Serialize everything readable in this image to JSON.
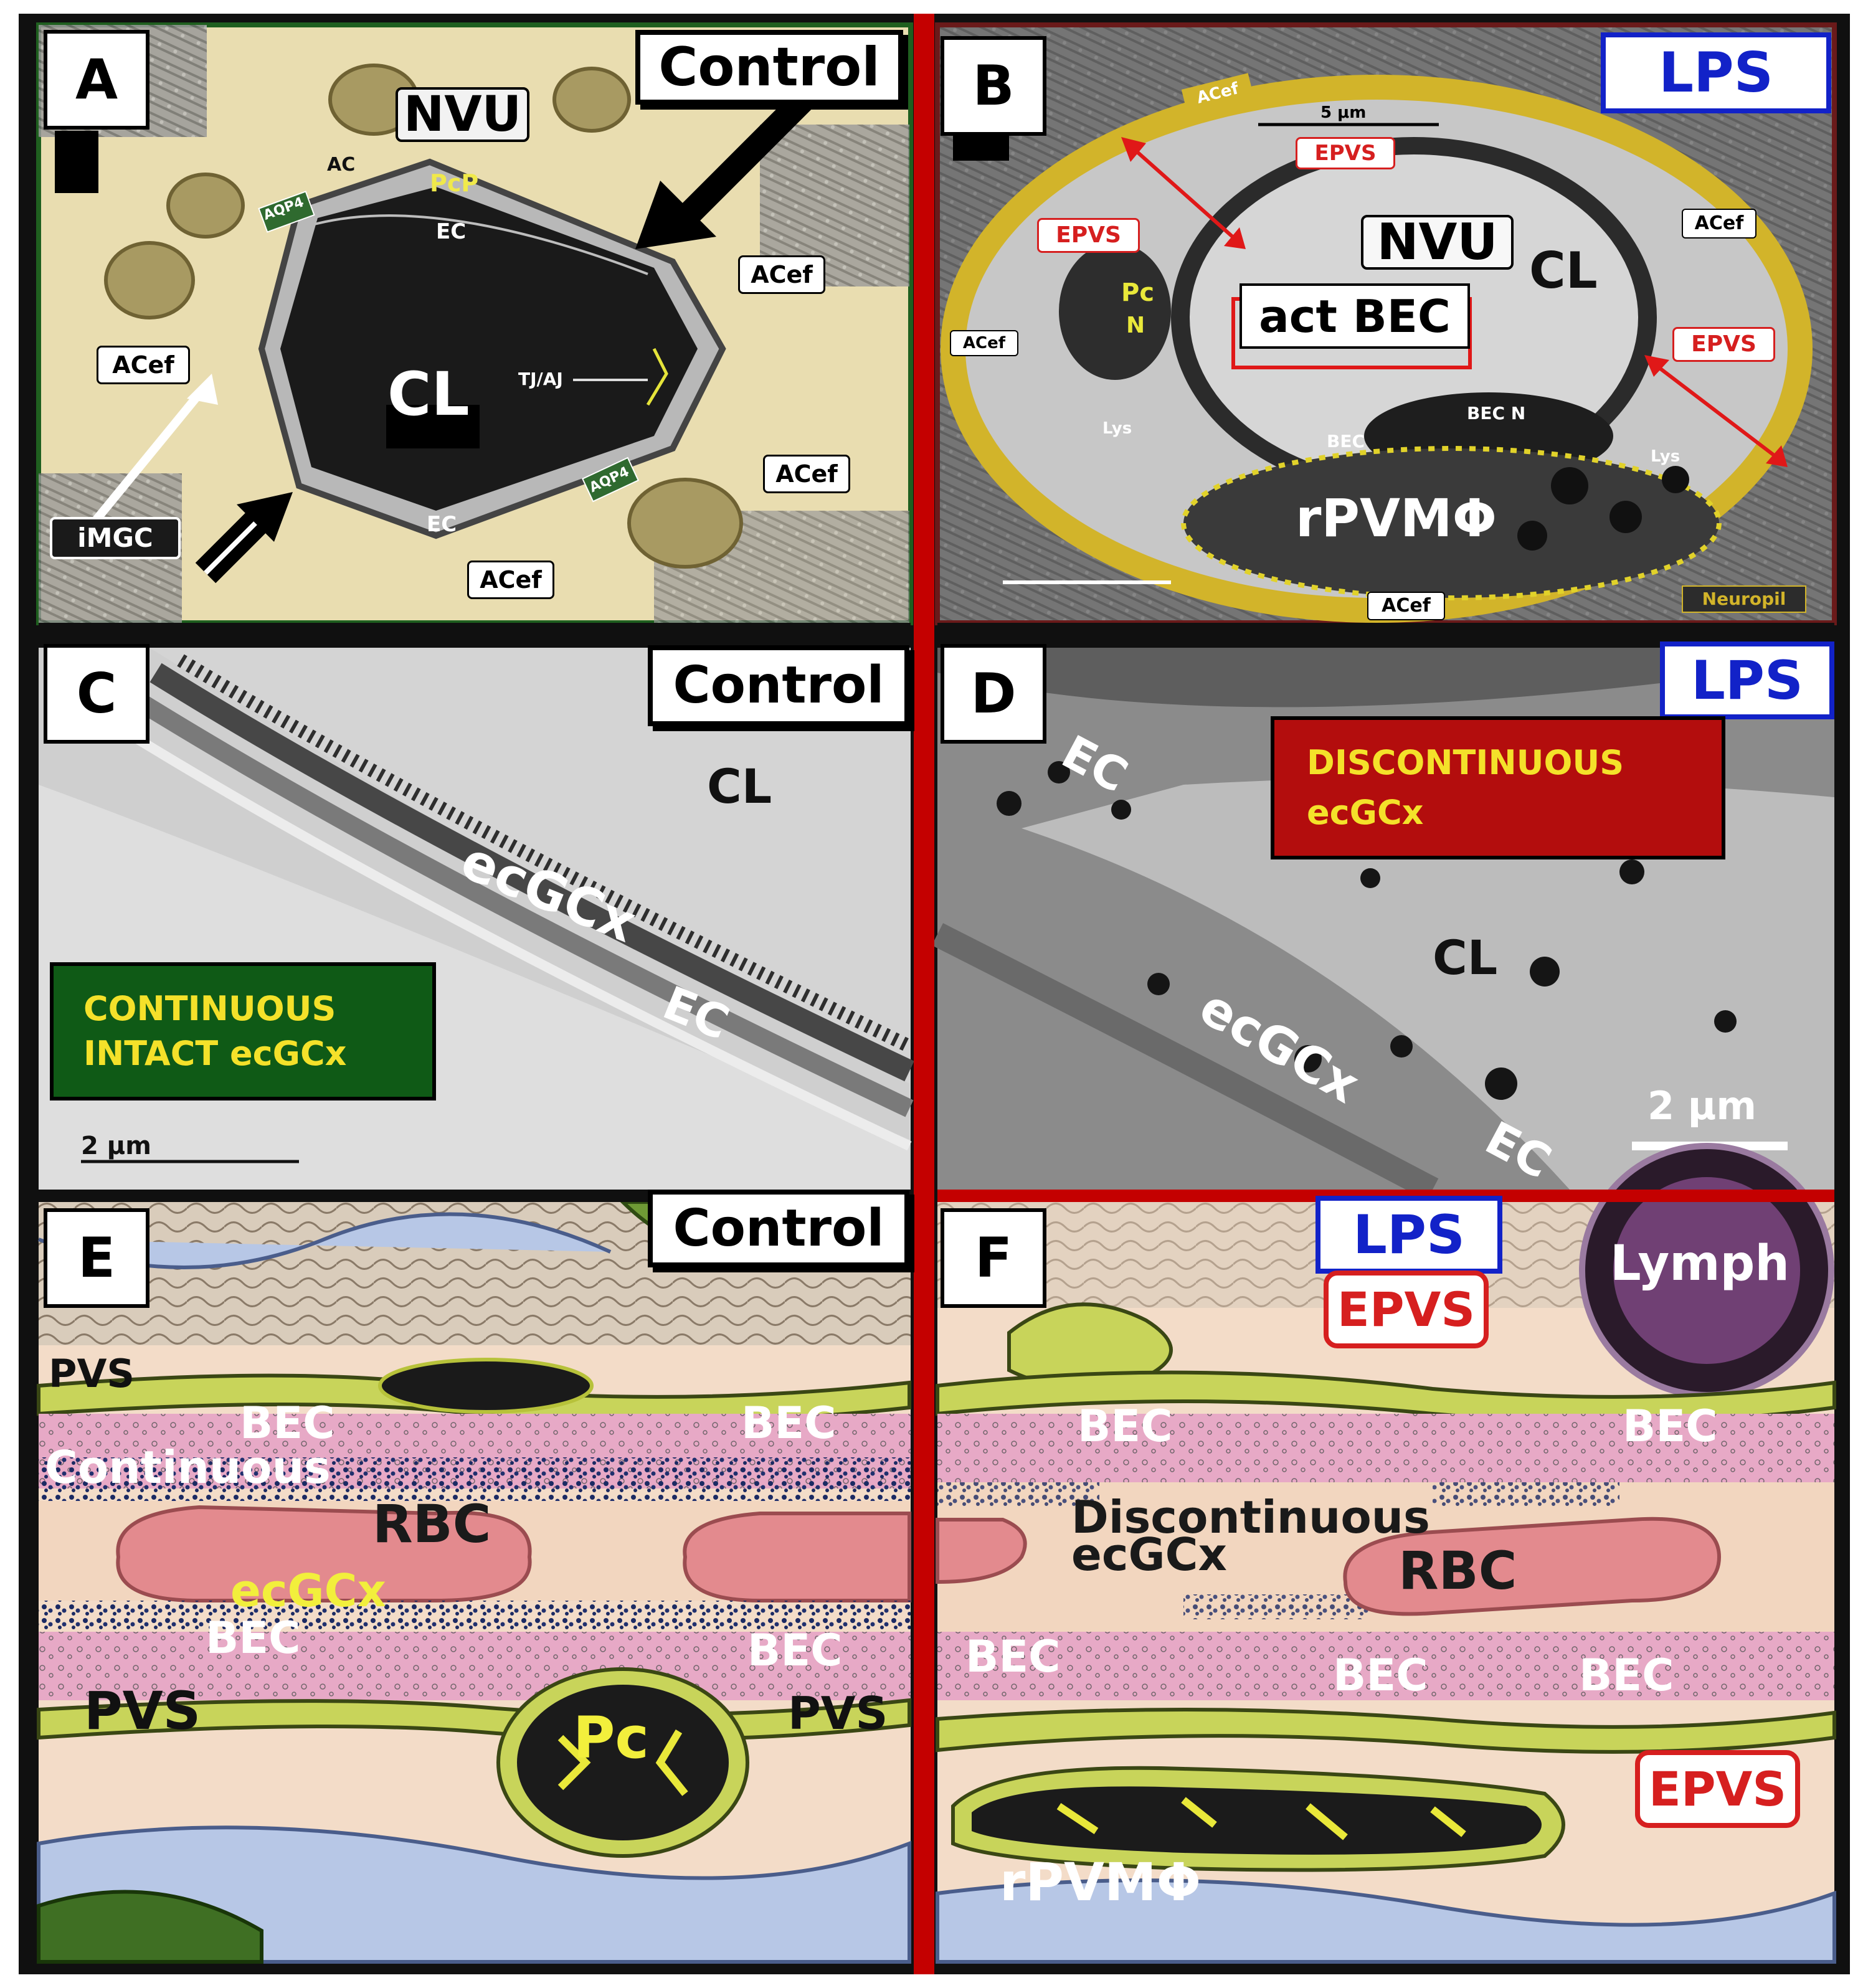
{
  "panels": {
    "a": {
      "letter": "A",
      "condition": "Control",
      "labels": {
        "nvu": "NVU",
        "cl": "CL",
        "pcp": "PcP",
        "ec_top": "EC",
        "ec_bottom": "EC",
        "ac": "AC",
        "acef_left": "ACef",
        "acef_right_top": "ACef",
        "acef_right_bottom": "ACef",
        "acef_bottom": "ACef",
        "aqp4_left": "AQP4",
        "aqp4_right": "AQP4",
        "tj_aj": "TJ/AJ",
        "imgc": "iMGC"
      }
    },
    "b": {
      "letter": "B",
      "condition": "LPS",
      "labels": {
        "nvu": "NVU",
        "cl": "CL",
        "act_bec": "act BEC",
        "epvs_top": "EPVS",
        "epvs_left": "EPVS",
        "epvs_right": "EPVS",
        "pc": "Pc",
        "n": "N",
        "acef_top": "ACef",
        "acef_left": "ACef",
        "acef_right": "ACef",
        "acef_bottom": "ACef",
        "bec_n": "BEC N",
        "bec": "BEC",
        "lys_left": "Lys",
        "lys_right": "Lys",
        "rpvm": "rPVMΦ",
        "neuropil": "Neuropil",
        "scale": "5 μm"
      }
    },
    "c": {
      "letter": "C",
      "condition": "Control",
      "labels": {
        "cl": "CL",
        "ecgcx": "ecGCx",
        "ec": "EC",
        "scale": "2 μm"
      },
      "callout": [
        "CONTINUOUS",
        "INTACT ecGCx"
      ]
    },
    "d": {
      "letter": "D",
      "condition": "LPS",
      "labels": {
        "ec_top": "EC",
        "cl": "CL",
        "ecgcx": "ecGCx",
        "ec_bottom": "EC",
        "scale": "2 μm"
      },
      "callout": [
        "DISCONTINUOUS",
        "ecGCx"
      ]
    },
    "e": {
      "letter": "E",
      "condition": "Control",
      "labels": {
        "pvs_top": "PVS",
        "bec_top_left": "BEC",
        "bec_top_right": "BEC",
        "continuous": "Continuous",
        "rbc": "RBC",
        "ecgcx": "ecGCx",
        "bec_bottom_left": "BEC",
        "bec_bottom_right": "BEC",
        "pvs_bottom_left": "PVS",
        "pvs_bottom_right": "PVS",
        "pc": "Pc"
      }
    },
    "f": {
      "letter": "F",
      "condition": "LPS",
      "labels": {
        "epvs_top": "EPVS",
        "lymph": "Lymph",
        "bec_top_left": "BEC",
        "bec_top_right": "BEC",
        "discontinuous": "Discontinuous",
        "ecgcx": "ecGCx",
        "rbc": "RBC",
        "bec_bottom_left": "BEC",
        "bec_bottom_mid": "BEC",
        "bec_bottom_right": "BEC",
        "epvs_bottom": "EPVS",
        "rpvm": "rPVMΦ"
      }
    }
  },
  "colors": {
    "frame": "#111111",
    "divider": "#c40000",
    "panel_a_border": "#1f5f1f",
    "panel_b_border": "#6a1a1a",
    "lps_blue": "#1222c8",
    "callout_green": "#0f5a16",
    "callout_red": "#b30d0d",
    "callout_text": "#f4e12a",
    "astrocyte_yellow": "#e8dca0",
    "pericyte_yellow": "#f2ef3c",
    "rbc_pink": "#e38a8e",
    "bec_pink": "#e7a9c6",
    "gcx_navy": "#1b2a63",
    "epvs_red": "#d61f1f"
  }
}
